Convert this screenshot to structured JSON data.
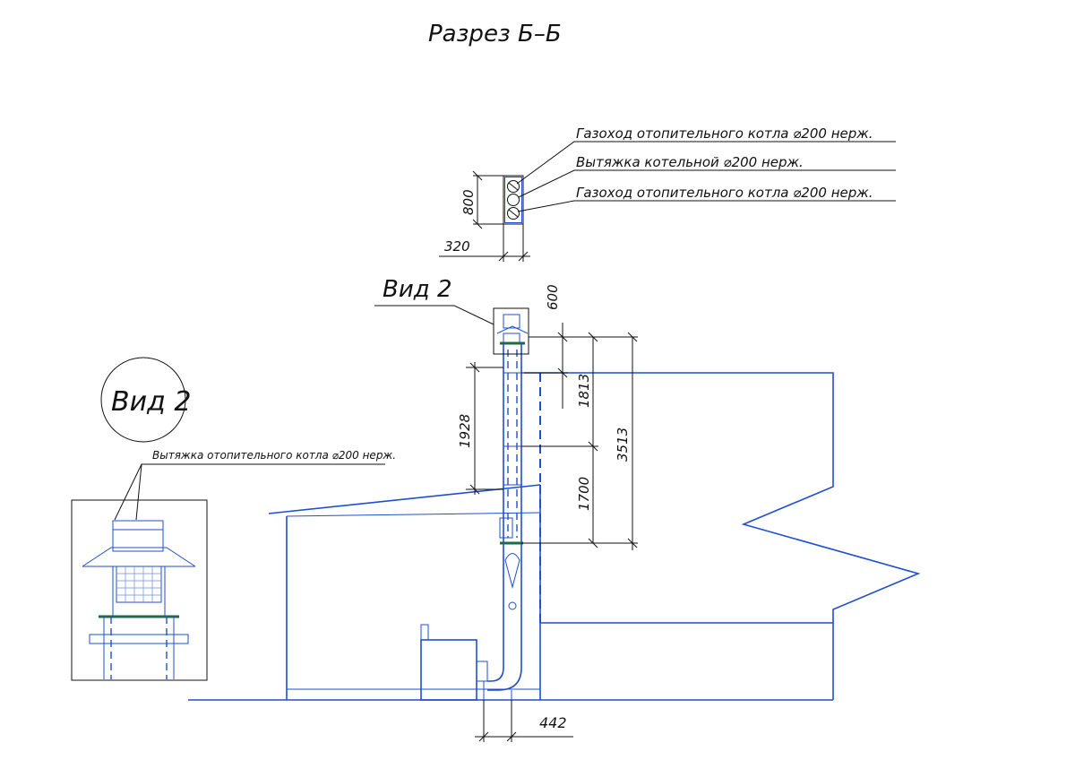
{
  "title": "Разрез Б–Б",
  "labels": {
    "flue_1": "Газоход отопительного котла ⌀200 нерж.",
    "exhaust": "Вытяжка котельной ⌀200 нерж.",
    "flue_2": "Газоход отопительного котла ⌀200 нерж.",
    "view_tag": "Вид 2",
    "view_circle": "Вид 2",
    "view_caption": "Вытяжка отопительного котла ⌀200 нерж."
  },
  "dimensions": {
    "section_height": "800",
    "section_width": "320",
    "cap_height": "600",
    "upper_segment": "1813",
    "total_height": "3513",
    "left_segment": "1928",
    "lower_segment": "1700",
    "base_offset": "442"
  },
  "colors": {
    "ink": "#111111",
    "structure": "#1f4fd1",
    "platform": "#1e6b4a"
  }
}
